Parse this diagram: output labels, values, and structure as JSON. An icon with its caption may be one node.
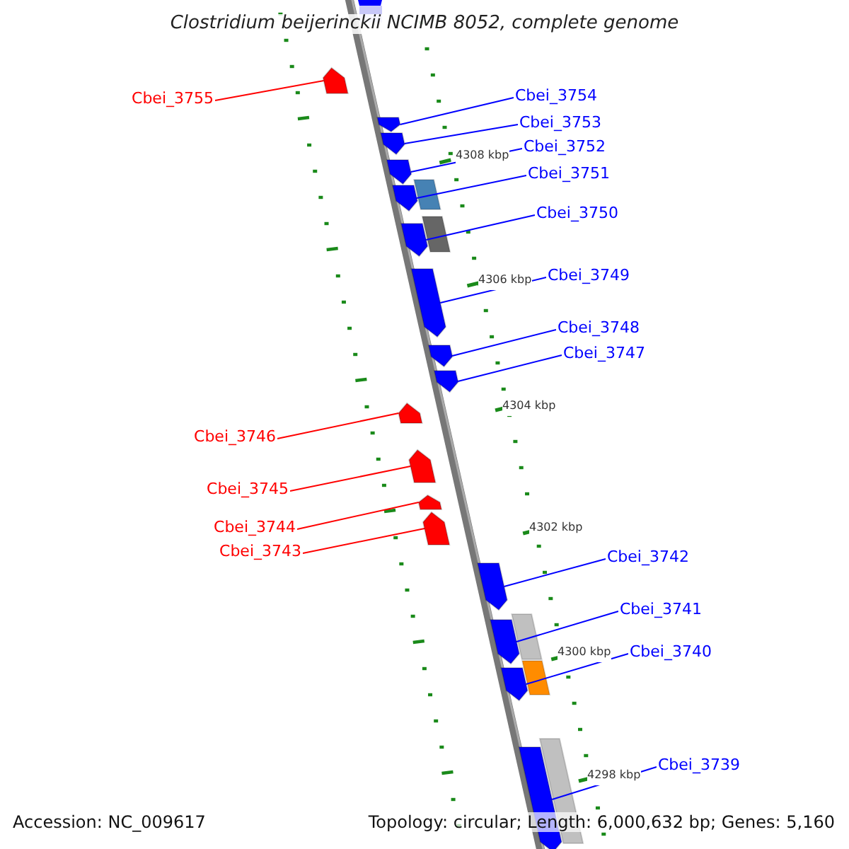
{
  "diagram": {
    "title": "Clostridium beijerinckii NCIMB 8052, complete genome",
    "nodes": [
      {
        "text": [
          "Cbei_3755"
        ]
      },
      {
        "text": [
          "Cbei_3754"
        ]
      },
      {
        "text": [
          "Cbei_3753"
        ]
      },
      {
        "text": [
          "Cbei_3752"
        ]
      },
      {
        "text": [
          "Cbei_3751"
        ]
      },
      {
        "text": [
          "Cbei_3750"
        ]
      },
      {
        "text": [
          "Cbei_3749"
        ]
      },
      {
        "text": [
          "Cbei_3748"
        ]
      },
      {
        "text": [
          "Cbei_3747"
        ]
      },
      {
        "text": [
          "Cbei_3746"
        ]
      },
      {
        "text": [
          "Cbei_3745"
        ]
      },
      {
        "text": [
          "Cbei_3744"
        ]
      },
      {
        "text": [
          "Cbei_3743"
        ]
      },
      {
        "text": [
          "Cbei_3742"
        ]
      },
      {
        "text": [
          "Cbei_3741"
        ]
      },
      {
        "text": [
          "Cbei_3740"
        ]
      },
      {
        "text": [
          "Cbei_3739"
        ]
      },
      {
        "text": [],
        "shape": "pentagon"
      },
      {
        "text": [],
        "shape": "pentagon"
      },
      {
        "text": [],
        "shape": "pentagon"
      },
      {
        "text": [],
        "shape": "pentagon"
      },
      {
        "text": [],
        "shape": "pentagon"
      },
      {
        "text": [],
        "shape": "pentagon"
      },
      {
        "text": [],
        "shape": "pentagon"
      },
      {
        "text": [],
        "shape": "pentagon"
      },
      {
        "text": [],
        "shape": "pentagon"
      },
      {
        "text": [],
        "shape": "pentagon"
      },
      {
        "text": [],
        "shape": "pentagon"
      },
      {
        "text": [],
        "shape": "pentagon"
      },
      {
        "text": [],
        "shape": "pentagon"
      },
      {
        "text": [],
        "shape": "pentagon"
      },
      {
        "text": [],
        "shape": "pentagon"
      },
      {
        "text": [],
        "shape": "pentagon"
      },
      {
        "text": [],
        "shape": "pentagon"
      }
    ],
    "edges": [
      {
        "from": 0,
        "to": 17,
        "arrow": "none",
        "color": "#ff0000"
      },
      {
        "from": 1,
        "to": 18,
        "arrow": "none"
      },
      {
        "from": 2,
        "to": 19,
        "arrow": "none"
      },
      {
        "from": 3,
        "to": 20,
        "arrow": "none"
      },
      {
        "from": 4,
        "to": 21,
        "arrow": "none"
      },
      {
        "from": 5,
        "to": 22,
        "arrow": "none"
      },
      {
        "from": 6,
        "to": 23,
        "arrow": "none"
      },
      {
        "from": 7,
        "to": 24,
        "arrow": "none"
      },
      {
        "from": 8,
        "to": 25,
        "arrow": "none"
      },
      {
        "from": 9,
        "to": 26,
        "arrow": "none",
        "color": "#ff0000"
      },
      {
        "from": 10,
        "to": 27,
        "arrow": "none",
        "color": "#ff0000"
      },
      {
        "from": 11,
        "to": 28,
        "arrow": "none",
        "color": "#ff0000"
      },
      {
        "from": 12,
        "to": 29,
        "arrow": "none",
        "color": "#ff0000"
      },
      {
        "from": 13,
        "to": 30,
        "arrow": "none"
      },
      {
        "from": 14,
        "to": 31,
        "arrow": "none"
      },
      {
        "from": 15,
        "to": 32,
        "arrow": "none"
      },
      {
        "from": 16,
        "to": 33,
        "arrow": "none"
      }
    ],
    "labels": [
      "4308 kbp",
      "4306 kbp",
      "4304 kbp",
      "4302 kbp",
      "4300 kbp",
      "4298 kbp",
      "Accession: NC_009617",
      "Topology: circular; Length: 6,000,632 bp; Genes: 5,160"
    ]
  }
}
